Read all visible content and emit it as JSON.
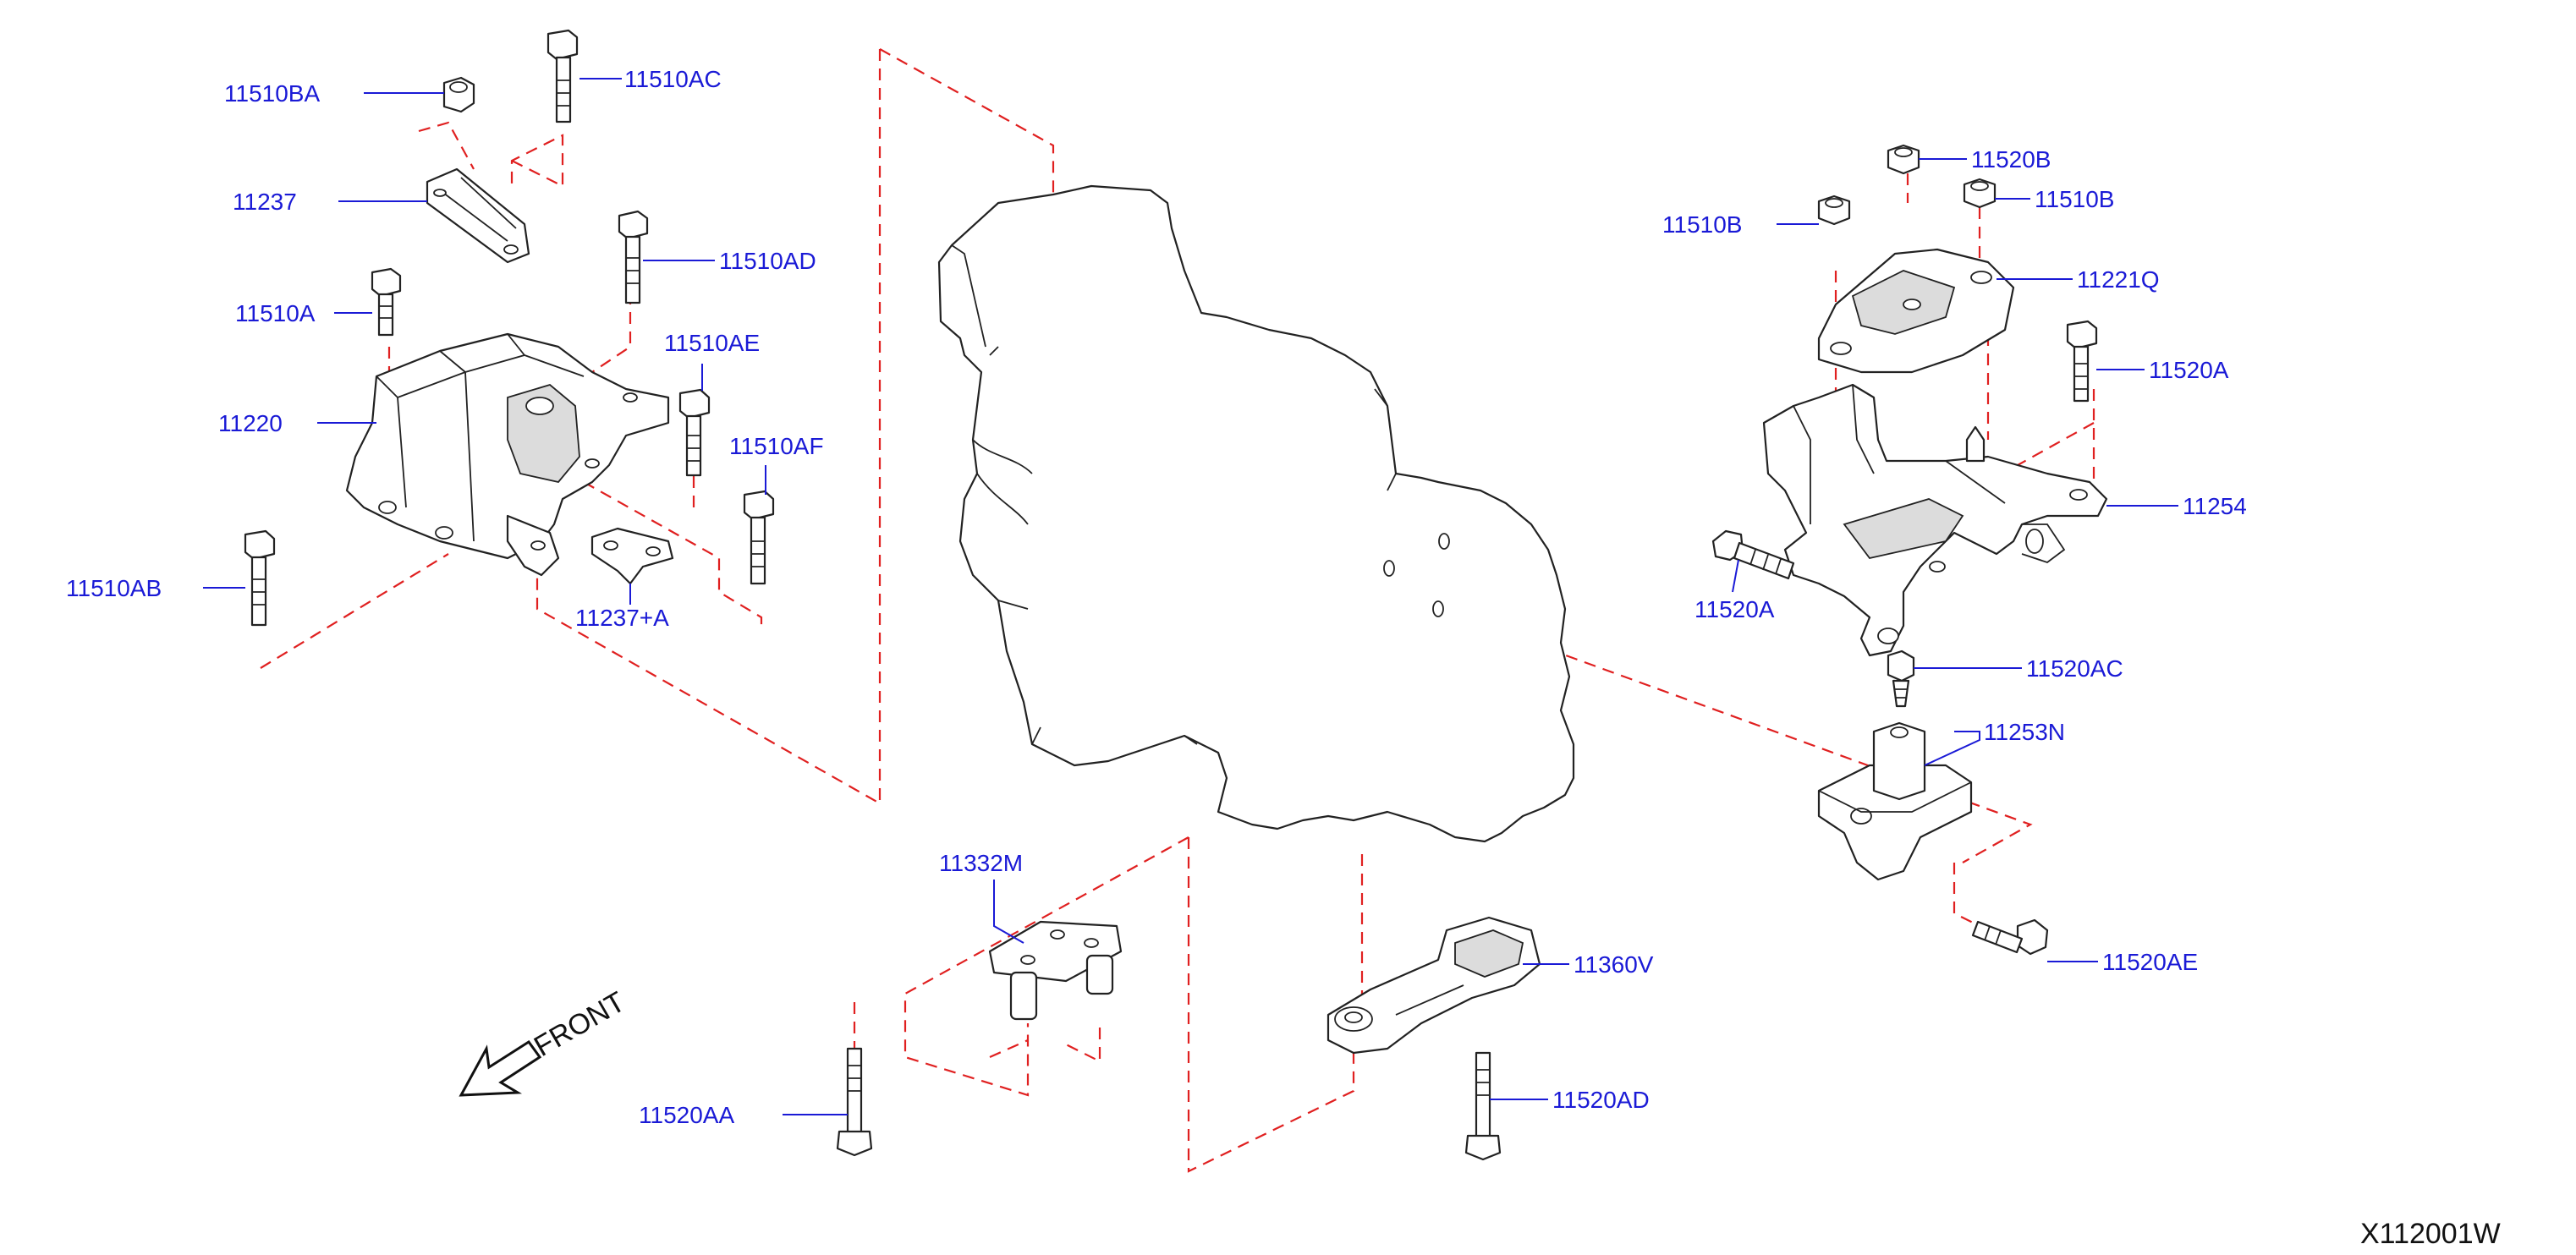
{
  "diagram": {
    "reference_code": "X112001W",
    "front_label": "FRONT",
    "colors": {
      "callout_text": "#1a1ad6",
      "dash_lines": "#e02020",
      "linework": "#222222"
    },
    "callouts": {
      "c11510BA": "11510BA",
      "c11510AC": "11510AC",
      "c11237": "11237",
      "c11510AD": "11510AD",
      "c11510A": "11510A",
      "c11510AE": "11510AE",
      "c11220": "11220",
      "c11510AF": "11510AF",
      "c11510AB": "11510AB",
      "c11237A": "11237+A",
      "c11520B": "11520B",
      "c11510B_left": "11510B",
      "c11510B_right": "11510B",
      "c11221Q": "11221Q",
      "c11520A_right": "11520A",
      "c11254": "11254",
      "c11520A_left": "11520A",
      "c11520AC": "11520AC",
      "c11253N": "11253N",
      "c11332M": "11332M",
      "c11360V": "11360V",
      "c11520AE": "11520AE",
      "c11520AA": "11520AA",
      "c11520AD": "11520AD"
    }
  }
}
